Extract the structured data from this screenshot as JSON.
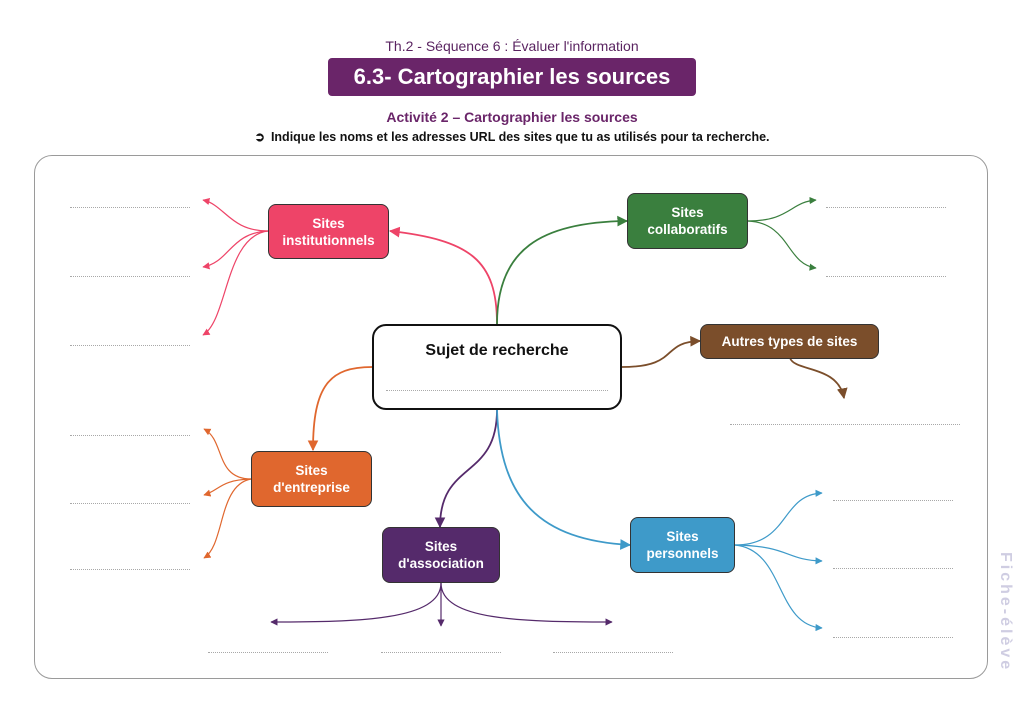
{
  "header": {
    "subtitle": "Th.2 - Séquence 6 : Évaluer l'information",
    "title": "6.3- Cartographier les sources",
    "activity": "Activité 2 – Cartographier les sources",
    "instruction_icon": "➲",
    "instruction": "Indique les noms et les adresses URL des sites que tu as utilisés pour ta recherche."
  },
  "colors": {
    "title_banner": "#6a2569",
    "institutionnels": "#ee4468",
    "collaboratifs": "#3a7f3e",
    "autres": "#7b4e2b",
    "entreprise": "#e0672e",
    "association": "#552a6b",
    "personnels": "#3e9ac9"
  },
  "mindmap": {
    "central": {
      "label": "Sujet de recherche",
      "blank": "................................................................"
    },
    "branches": [
      {
        "id": "institutionnels",
        "label_line1": "Sites",
        "label_line2": "institutionnels",
        "blanks": 3
      },
      {
        "id": "collaboratifs",
        "label_line1": "Sites",
        "label_line2": "collaboratifs",
        "blanks": 2
      },
      {
        "id": "autres",
        "label_line1": "Autres types de sites",
        "label_line2": "",
        "blanks": 1
      },
      {
        "id": "entreprise",
        "label_line1": "Sites",
        "label_line2": "d'entreprise",
        "blanks": 3
      },
      {
        "id": "association",
        "label_line1": "Sites",
        "label_line2": "d'association",
        "blanks": 3
      },
      {
        "id": "personnels",
        "label_line1": "Sites",
        "label_line2": "personnels",
        "blanks": 3
      }
    ]
  },
  "watermark": "Fiche-élève"
}
